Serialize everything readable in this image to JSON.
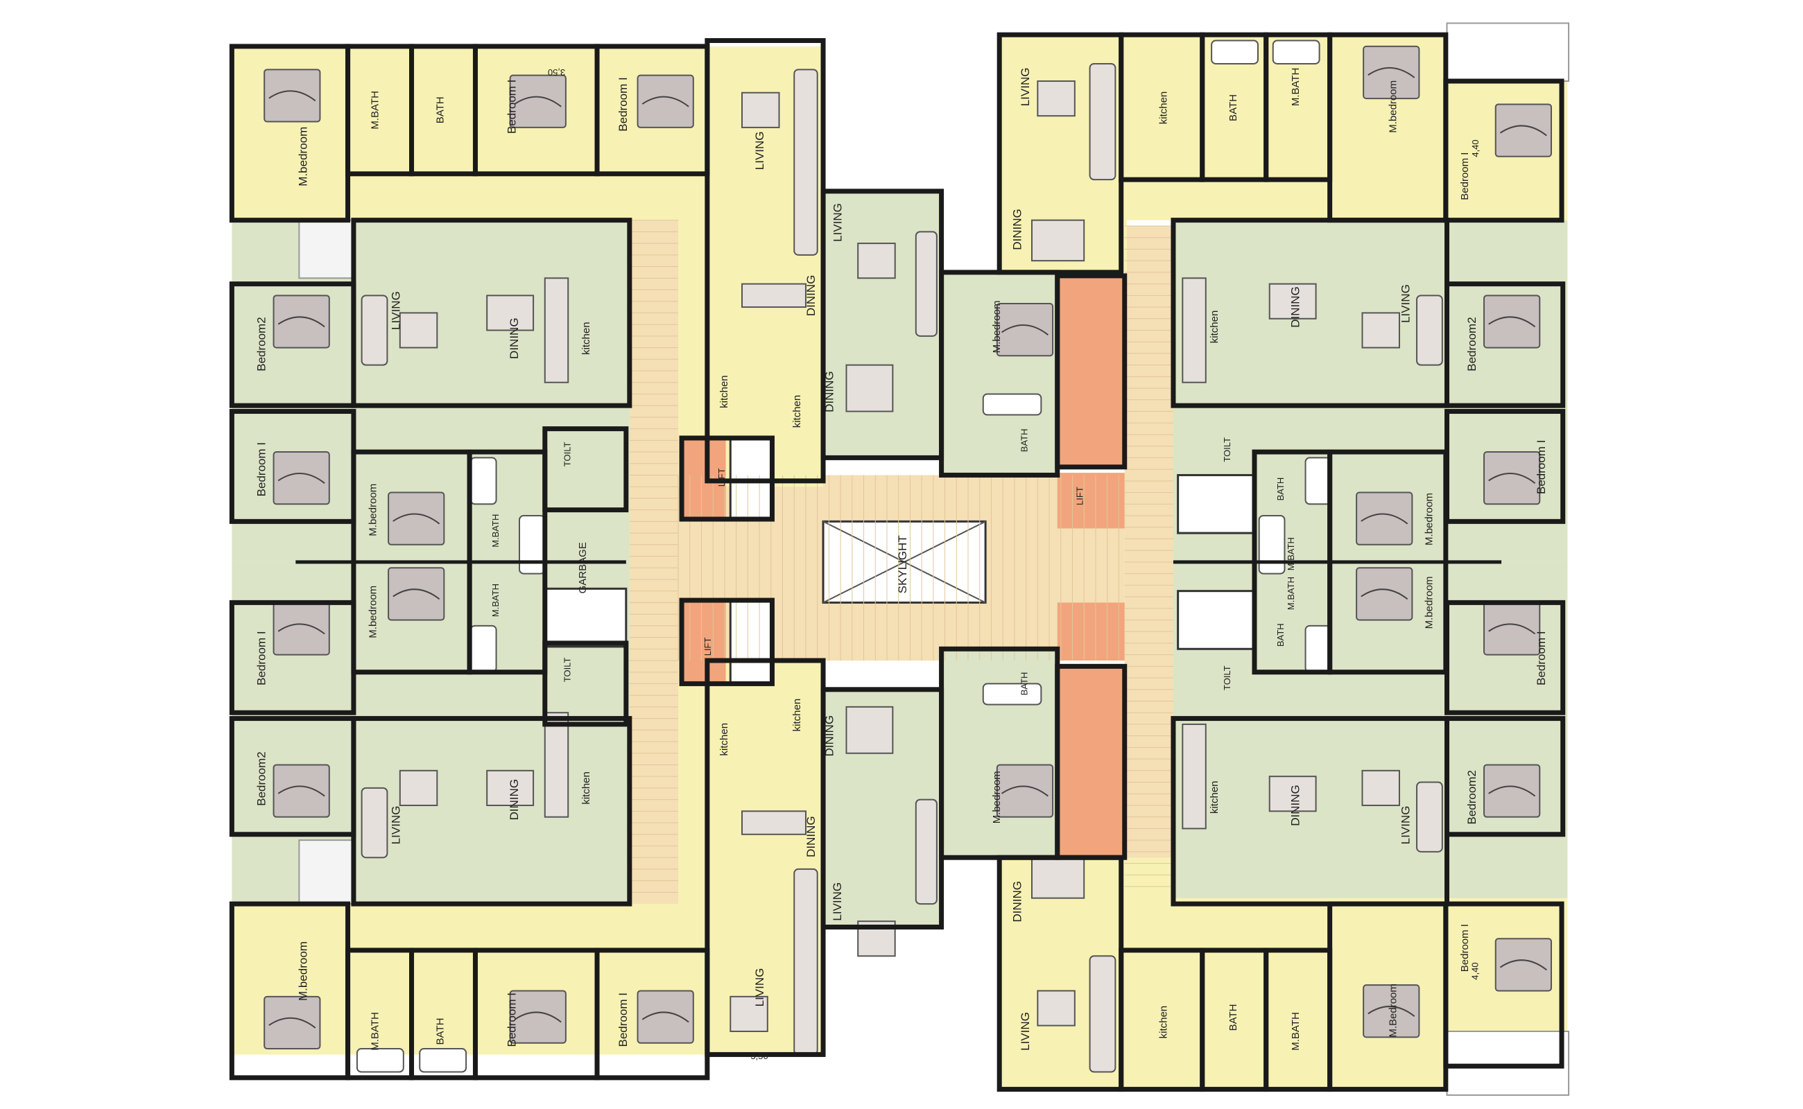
{
  "palette": {
    "yellow": "#f7f1b4",
    "green": "#dbe4c6",
    "corridor": "#f5dfb4",
    "orange": "#f2a57c",
    "wall": "#1a1a1a",
    "furniture": "#c8bfbf",
    "furniture_light": "#e6e0dd"
  },
  "labels": {
    "m_bedroom": "M.bedroom",
    "m_bedroom_alt": "M.Bedroom",
    "m_bath": "M.BATH",
    "bath": "BATH",
    "bedroom1": "Bedroom I",
    "bedroom2": "Bedroom2",
    "living": "LIVING",
    "dining": "DINING",
    "kitchen": "kitchen",
    "toilet": "TOILT",
    "garbage": "GARBAGE",
    "lift": "LIFT",
    "skylight": "SKYLIGHT",
    "dim_350": "3,50",
    "dim_440": "4,40"
  }
}
